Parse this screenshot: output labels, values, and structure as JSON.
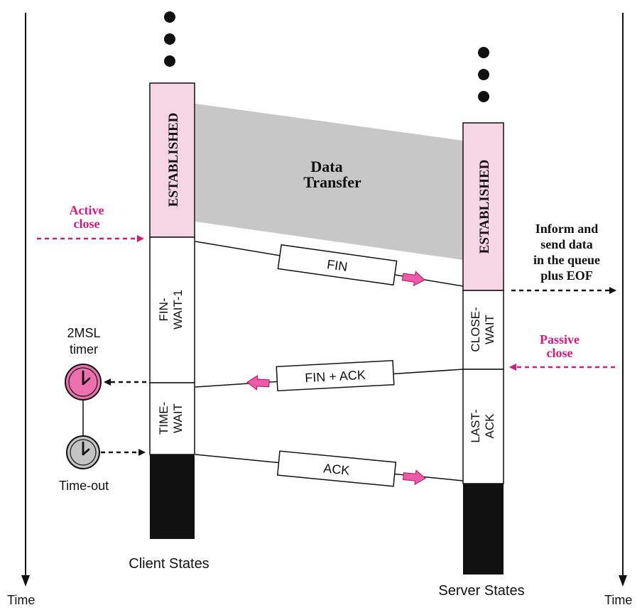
{
  "time_label_left": "Time",
  "time_label_right": "Time",
  "data_transfer": {
    "line1": "Data",
    "line2": "Transfer"
  },
  "active_close": {
    "line1": "Active",
    "line2": "close"
  },
  "passive_close": {
    "line1": "Passive",
    "line2": "close"
  },
  "inform": {
    "line1": "Inform and",
    "line2": "send data",
    "line3": "in the queue",
    "line4": "plus EOF"
  },
  "client": {
    "caption": "Client States",
    "established": "ESTABLISHED",
    "fin_wait_1": {
      "line1": "FIN-",
      "line2": "WAIT-1"
    },
    "time_wait": {
      "line1": "TIME-",
      "line2": "WAIT"
    }
  },
  "server": {
    "caption": "Server States",
    "established": "ESTABLISHED",
    "close_wait": {
      "line1": "CLOSE-",
      "line2": "WAIT"
    },
    "last_ack": {
      "line1": "LAST-",
      "line2": "ACK"
    }
  },
  "segments": {
    "fin": "FIN",
    "fin_ack": "FIN + ACK",
    "ack": "ACK"
  },
  "timer": {
    "label_line1": "2MSL",
    "label_line2": "timer",
    "timeout_label": "Time-out"
  },
  "colors": {
    "established_fill": "#f6d6e3",
    "magenta": "#d6197f",
    "arrow_fill": "#ef5aa8",
    "data_band": "#c7c7c7",
    "timer_pink": "#ec6fae",
    "timer_gray": "#c4c4c4",
    "closed": "#111111"
  }
}
